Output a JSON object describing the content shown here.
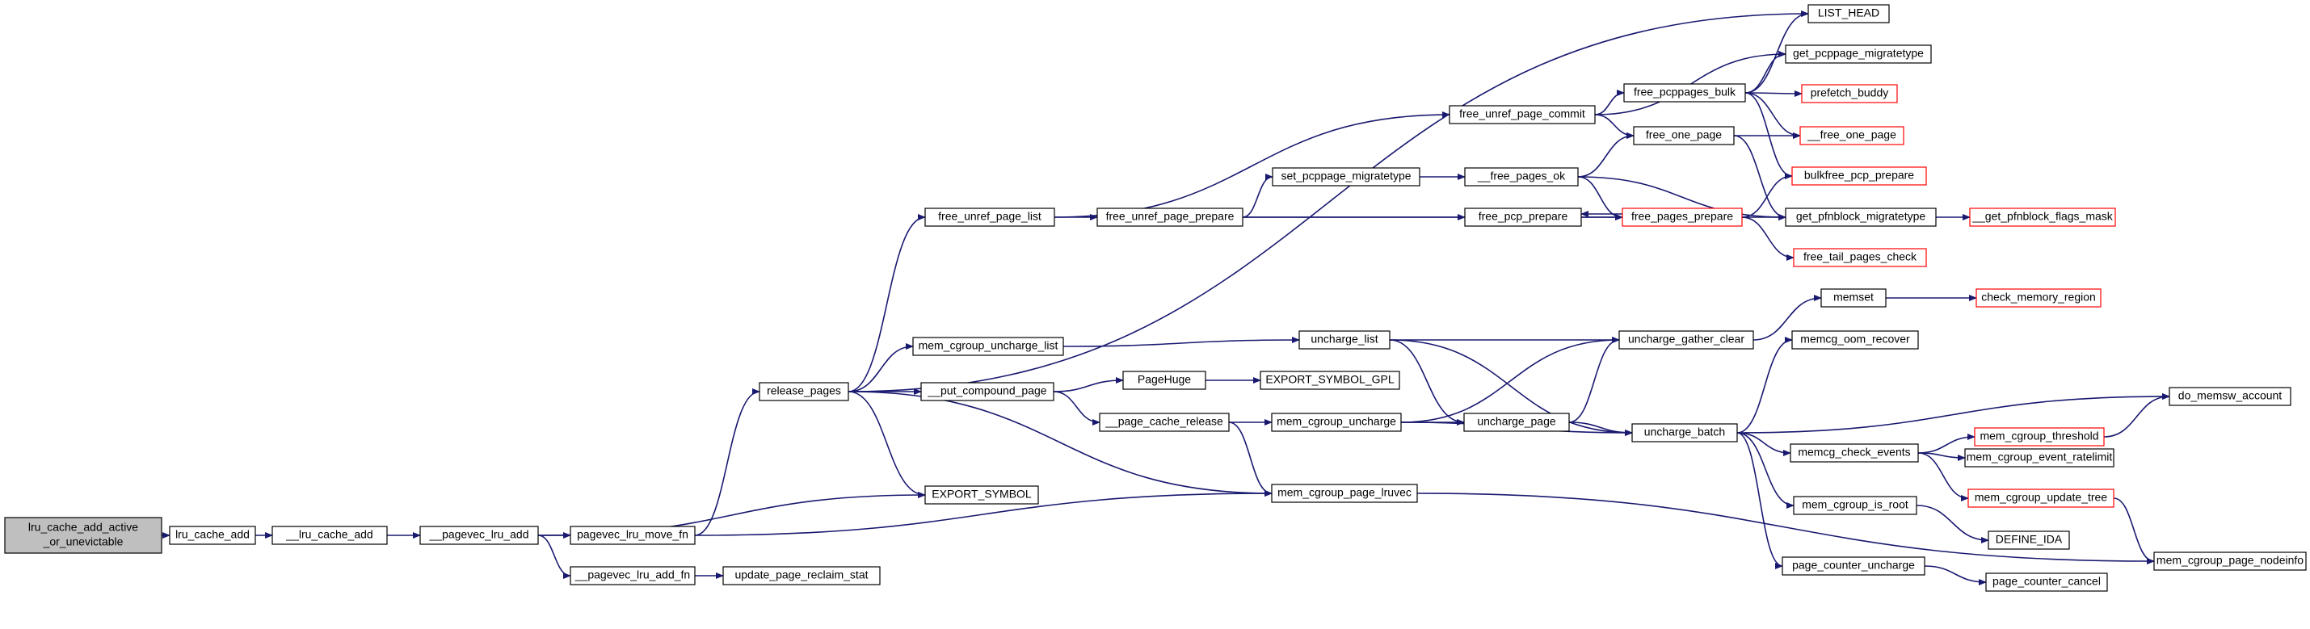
{
  "colors": {
    "background": "#ffffff",
    "edge": "#191970",
    "node_border": "#000000",
    "truncated_border": "#ff0000",
    "root_fill": "#bfbfbf",
    "node_fill": "#ffffff",
    "text": "#000000"
  },
  "nodes": [
    {
      "id": "root",
      "label_lines": [
        "lru_cache_add_active",
        "_or_unevictable"
      ],
      "style": "root"
    },
    {
      "id": "lru_cache_add",
      "label_lines": [
        "lru_cache_add"
      ],
      "style": "normal"
    },
    {
      "id": "__lru_cache_add",
      "label_lines": [
        "__lru_cache_add"
      ],
      "style": "normal"
    },
    {
      "id": "__pagevec_lru_add",
      "label_lines": [
        "__pagevec_lru_add"
      ],
      "style": "normal"
    },
    {
      "id": "pagevec_lru_move_fn",
      "label_lines": [
        "pagevec_lru_move_fn"
      ],
      "style": "normal"
    },
    {
      "id": "__pagevec_lru_add_fn",
      "label_lines": [
        "__pagevec_lru_add_fn"
      ],
      "style": "normal"
    },
    {
      "id": "update_page_reclaim_stat",
      "label_lines": [
        "update_page_reclaim_stat"
      ],
      "style": "normal"
    },
    {
      "id": "release_pages",
      "label_lines": [
        "release_pages"
      ],
      "style": "normal"
    },
    {
      "id": "EXPORT_SYMBOL",
      "label_lines": [
        "EXPORT_SYMBOL"
      ],
      "style": "normal"
    },
    {
      "id": "free_unref_page_list",
      "label_lines": [
        "free_unref_page_list"
      ],
      "style": "normal"
    },
    {
      "id": "mem_cgroup_uncharge_list",
      "label_lines": [
        "mem_cgroup_uncharge_list"
      ],
      "style": "normal"
    },
    {
      "id": "__put_compound_page",
      "label_lines": [
        "__put_compound_page"
      ],
      "style": "normal"
    },
    {
      "id": "LIST_HEAD",
      "label_lines": [
        "LIST_HEAD"
      ],
      "style": "normal"
    },
    {
      "id": "free_unref_page_prepare",
      "label_lines": [
        "free_unref_page_prepare"
      ],
      "style": "normal"
    },
    {
      "id": "free_unref_page_commit",
      "label_lines": [
        "free_unref_page_commit"
      ],
      "style": "normal"
    },
    {
      "id": "set_pcppage_migratetype",
      "label_lines": [
        "set_pcppage_migratetype"
      ],
      "style": "normal"
    },
    {
      "id": "uncharge_list",
      "label_lines": [
        "uncharge_list"
      ],
      "style": "normal"
    },
    {
      "id": "PageHuge",
      "label_lines": [
        "PageHuge"
      ],
      "style": "normal"
    },
    {
      "id": "__page_cache_release",
      "label_lines": [
        "__page_cache_release"
      ],
      "style": "normal"
    },
    {
      "id": "EXPORT_SYMBOL_GPL",
      "label_lines": [
        "EXPORT_SYMBOL_GPL"
      ],
      "style": "normal"
    },
    {
      "id": "mem_cgroup_uncharge",
      "label_lines": [
        "mem_cgroup_uncharge"
      ],
      "style": "normal"
    },
    {
      "id": "mem_cgroup_page_lruvec",
      "label_lines": [
        "mem_cgroup_page_lruvec"
      ],
      "style": "normal"
    },
    {
      "id": "__free_pages_ok",
      "label_lines": [
        "__free_pages_ok"
      ],
      "style": "normal"
    },
    {
      "id": "free_pcp_prepare",
      "label_lines": [
        "free_pcp_prepare"
      ],
      "style": "normal"
    },
    {
      "id": "uncharge_page",
      "label_lines": [
        "uncharge_page"
      ],
      "style": "normal"
    },
    {
      "id": "free_pcppages_bulk",
      "label_lines": [
        "free_pcppages_bulk"
      ],
      "style": "normal"
    },
    {
      "id": "free_one_page",
      "label_lines": [
        "free_one_page"
      ],
      "style": "normal"
    },
    {
      "id": "free_pages_prepare",
      "label_lines": [
        "free_pages_prepare"
      ],
      "style": "truncated"
    },
    {
      "id": "uncharge_gather_clear",
      "label_lines": [
        "uncharge_gather_clear"
      ],
      "style": "normal"
    },
    {
      "id": "uncharge_batch",
      "label_lines": [
        "uncharge_batch"
      ],
      "style": "normal"
    },
    {
      "id": "get_pcppage_migratetype",
      "label_lines": [
        "get_pcppage_migratetype"
      ],
      "style": "normal"
    },
    {
      "id": "bulkfree_pcp_prepare",
      "label_lines": [
        "bulkfree_pcp_prepare"
      ],
      "style": "truncated"
    },
    {
      "id": "get_pfnblock_migratetype",
      "label_lines": [
        "get_pfnblock_migratetype"
      ],
      "style": "normal"
    },
    {
      "id": "free_tail_pages_check",
      "label_lines": [
        "free_tail_pages_check"
      ],
      "style": "truncated"
    },
    {
      "id": "memset",
      "label_lines": [
        "memset"
      ],
      "style": "normal"
    },
    {
      "id": "memcg_oom_recover",
      "label_lines": [
        "memcg_oom_recover"
      ],
      "style": "normal"
    },
    {
      "id": "memcg_check_events",
      "label_lines": [
        "memcg_check_events"
      ],
      "style": "normal"
    },
    {
      "id": "mem_cgroup_is_root",
      "label_lines": [
        "mem_cgroup_is_root"
      ],
      "style": "normal"
    },
    {
      "id": "page_counter_uncharge",
      "label_lines": [
        "page_counter_uncharge"
      ],
      "style": "normal"
    },
    {
      "id": "prefetch_buddy",
      "label_lines": [
        "prefetch_buddy"
      ],
      "style": "truncated"
    },
    {
      "id": "__free_one_page",
      "label_lines": [
        "__free_one_page"
      ],
      "style": "truncated"
    },
    {
      "id": "__get_pfnblock_flags_mask",
      "label_lines": [
        "__get_pfnblock_flags_mask"
      ],
      "style": "truncated"
    },
    {
      "id": "check_memory_region",
      "label_lines": [
        "check_memory_region"
      ],
      "style": "truncated"
    },
    {
      "id": "mem_cgroup_threshold",
      "label_lines": [
        "mem_cgroup_threshold"
      ],
      "style": "truncated"
    },
    {
      "id": "mem_cgroup_event_ratelimit",
      "label_lines": [
        "mem_cgroup_event_ratelimit"
      ],
      "style": "normal"
    },
    {
      "id": "mem_cgroup_update_tree",
      "label_lines": [
        "mem_cgroup_update_tree"
      ],
      "style": "truncated"
    },
    {
      "id": "DEFINE_IDA",
      "label_lines": [
        "DEFINE_IDA"
      ],
      "style": "normal"
    },
    {
      "id": "page_counter_cancel",
      "label_lines": [
        "page_counter_cancel"
      ],
      "style": "normal"
    },
    {
      "id": "do_memsw_account",
      "label_lines": [
        "do_memsw_account"
      ],
      "style": "normal"
    },
    {
      "id": "mem_cgroup_page_nodeinfo",
      "label_lines": [
        "mem_cgroup_page_nodeinfo"
      ],
      "style": "normal"
    }
  ],
  "edges": [
    [
      "root",
      "lru_cache_add"
    ],
    [
      "lru_cache_add",
      "__lru_cache_add"
    ],
    [
      "__lru_cache_add",
      "__pagevec_lru_add"
    ],
    [
      "__pagevec_lru_add",
      "EXPORT_SYMBOL"
    ],
    [
      "__pagevec_lru_add",
      "pagevec_lru_move_fn"
    ],
    [
      "__pagevec_lru_add",
      "__pagevec_lru_add_fn"
    ],
    [
      "pagevec_lru_move_fn",
      "release_pages"
    ],
    [
      "pagevec_lru_move_fn",
      "mem_cgroup_page_lruvec"
    ],
    [
      "__pagevec_lru_add_fn",
      "update_page_reclaim_stat"
    ],
    [
      "release_pages",
      "LIST_HEAD"
    ],
    [
      "release_pages",
      "free_unref_page_list"
    ],
    [
      "release_pages",
      "mem_cgroup_uncharge_list"
    ],
    [
      "release_pages",
      "__put_compound_page"
    ],
    [
      "release_pages",
      "EXPORT_SYMBOL"
    ],
    [
      "release_pages",
      "mem_cgroup_page_lruvec"
    ],
    [
      "free_unref_page_list",
      "free_unref_page_prepare"
    ],
    [
      "free_unref_page_list",
      "free_unref_page_commit"
    ],
    [
      "free_unref_page_prepare",
      "set_pcppage_migratetype"
    ],
    [
      "free_unref_page_prepare",
      "free_pcp_prepare"
    ],
    [
      "free_unref_page_prepare",
      "get_pfnblock_migratetype"
    ],
    [
      "free_unref_page_commit",
      "get_pcppage_migratetype"
    ],
    [
      "free_unref_page_commit",
      "free_pcppages_bulk"
    ],
    [
      "free_unref_page_commit",
      "free_one_page"
    ],
    [
      "set_pcppage_migratetype",
      "__free_pages_ok"
    ],
    [
      "__free_pages_ok",
      "free_pages_prepare"
    ],
    [
      "__free_pages_ok",
      "free_one_page"
    ],
    [
      "__free_pages_ok",
      "get_pfnblock_migratetype"
    ],
    [
      "free_pcp_prepare",
      "free_pages_prepare"
    ],
    [
      "free_pages_prepare",
      "free_pcp_prepare"
    ],
    [
      "free_pages_prepare",
      "bulkfree_pcp_prepare"
    ],
    [
      "free_pages_prepare",
      "free_tail_pages_check"
    ],
    [
      "free_pcppages_bulk",
      "LIST_HEAD"
    ],
    [
      "free_pcppages_bulk",
      "get_pcppage_migratetype"
    ],
    [
      "free_pcppages_bulk",
      "prefetch_buddy"
    ],
    [
      "free_pcppages_bulk",
      "__free_one_page"
    ],
    [
      "free_pcppages_bulk",
      "bulkfree_pcp_prepare"
    ],
    [
      "free_one_page",
      "__free_one_page"
    ],
    [
      "free_one_page",
      "get_pfnblock_migratetype"
    ],
    [
      "get_pfnblock_migratetype",
      "__get_pfnblock_flags_mask"
    ],
    [
      "mem_cgroup_uncharge_list",
      "uncharge_list"
    ],
    [
      "uncharge_list",
      "uncharge_gather_clear"
    ],
    [
      "uncharge_list",
      "uncharge_page"
    ],
    [
      "uncharge_list",
      "uncharge_batch"
    ],
    [
      "__put_compound_page",
      "PageHuge"
    ],
    [
      "__put_compound_page",
      "__page_cache_release"
    ],
    [
      "PageHuge",
      "EXPORT_SYMBOL_GPL"
    ],
    [
      "__page_cache_release",
      "mem_cgroup_uncharge"
    ],
    [
      "__page_cache_release",
      "mem_cgroup_page_lruvec"
    ],
    [
      "mem_cgroup_uncharge",
      "uncharge_gather_clear"
    ],
    [
      "mem_cgroup_uncharge",
      "uncharge_page"
    ],
    [
      "mem_cgroup_uncharge",
      "uncharge_batch"
    ],
    [
      "uncharge_page",
      "uncharge_gather_clear"
    ],
    [
      "uncharge_page",
      "uncharge_batch"
    ],
    [
      "uncharge_gather_clear",
      "memset"
    ],
    [
      "memset",
      "check_memory_region"
    ],
    [
      "uncharge_batch",
      "memcg_oom_recover"
    ],
    [
      "uncharge_batch",
      "do_memsw_account"
    ],
    [
      "uncharge_batch",
      "memcg_check_events"
    ],
    [
      "uncharge_batch",
      "mem_cgroup_is_root"
    ],
    [
      "uncharge_batch",
      "page_counter_uncharge"
    ],
    [
      "memcg_check_events",
      "mem_cgroup_threshold"
    ],
    [
      "memcg_check_events",
      "mem_cgroup_event_ratelimit"
    ],
    [
      "memcg_check_events",
      "mem_cgroup_update_tree"
    ],
    [
      "mem_cgroup_threshold",
      "do_memsw_account"
    ],
    [
      "mem_cgroup_update_tree",
      "mem_cgroup_page_nodeinfo"
    ],
    [
      "mem_cgroup_is_root",
      "DEFINE_IDA"
    ],
    [
      "page_counter_uncharge",
      "page_counter_cancel"
    ],
    [
      "mem_cgroup_page_lruvec",
      "mem_cgroup_page_nodeinfo"
    ]
  ]
}
